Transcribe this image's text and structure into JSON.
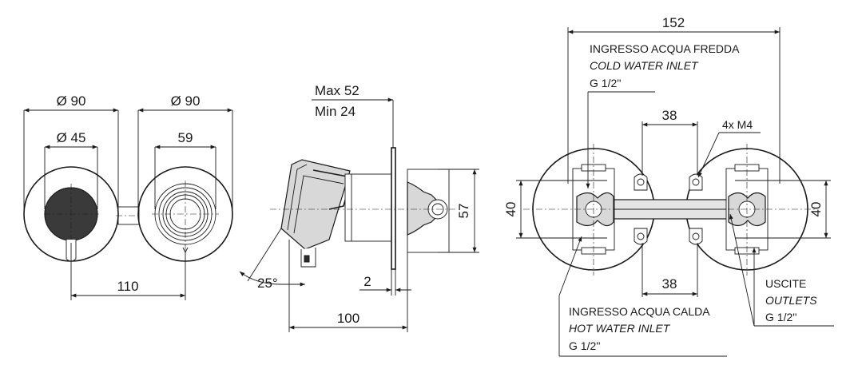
{
  "front_view": {
    "dim_dia_left": "Ø 90",
    "dim_dia_right": "Ø 90",
    "dim_dia_handle": "Ø 45",
    "dim_spout": "59",
    "dim_centres": "110"
  },
  "side_view": {
    "dim_max": "Max 52",
    "dim_min": "Min 24",
    "dim_height": "57",
    "dim_angle": "25°",
    "dim_plate": "2",
    "dim_length": "100"
  },
  "body_view": {
    "dim_total_width": "152",
    "dim_top_spacing": "38",
    "dim_bottom_spacing": "38",
    "dim_left_height": "40",
    "dim_right_height": "40",
    "screws": "4x M4",
    "cold_it": "INGRESSO ACQUA FREDDA",
    "cold_en": "COLD WATER INLET",
    "cold_size": "G 1/2''",
    "hot_it": "INGRESSO ACQUA CALDA",
    "hot_en": "HOT WATER INLET",
    "hot_size": "G 1/2''",
    "out_it": "USCITE",
    "out_en": "OUTLETS",
    "out_size": "G 1/2''"
  }
}
